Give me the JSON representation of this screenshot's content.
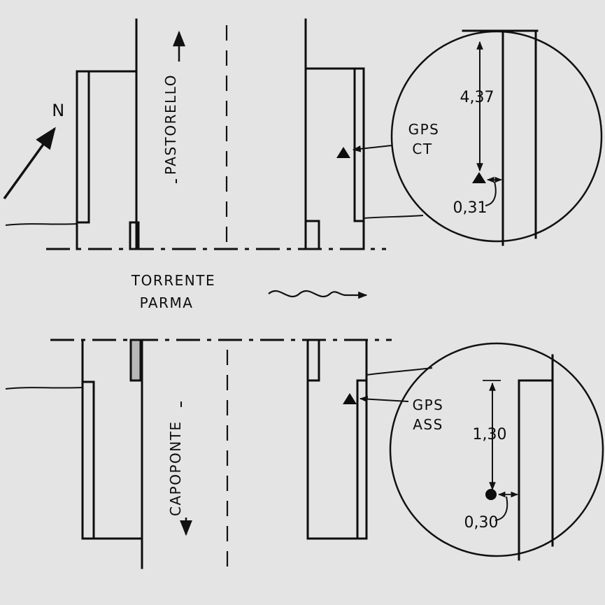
{
  "streets": {
    "north": "PASTORELLO",
    "south": "CAPOPONTE"
  },
  "river": {
    "line1": "TORRENTE",
    "line2": "PARMA"
  },
  "compass": {
    "label": "N"
  },
  "markers": {
    "top": {
      "line1": "GPS",
      "line2": "CT",
      "vertical_dim": "4,37",
      "horizontal_dim": "0,31"
    },
    "bottom": {
      "line1": "GPS",
      "line2": "ASS",
      "vertical_dim": "1,30",
      "horizontal_dim": "0,30"
    }
  },
  "colors": {
    "background": "#e4e4e4",
    "ink": "#0d0d0d"
  }
}
